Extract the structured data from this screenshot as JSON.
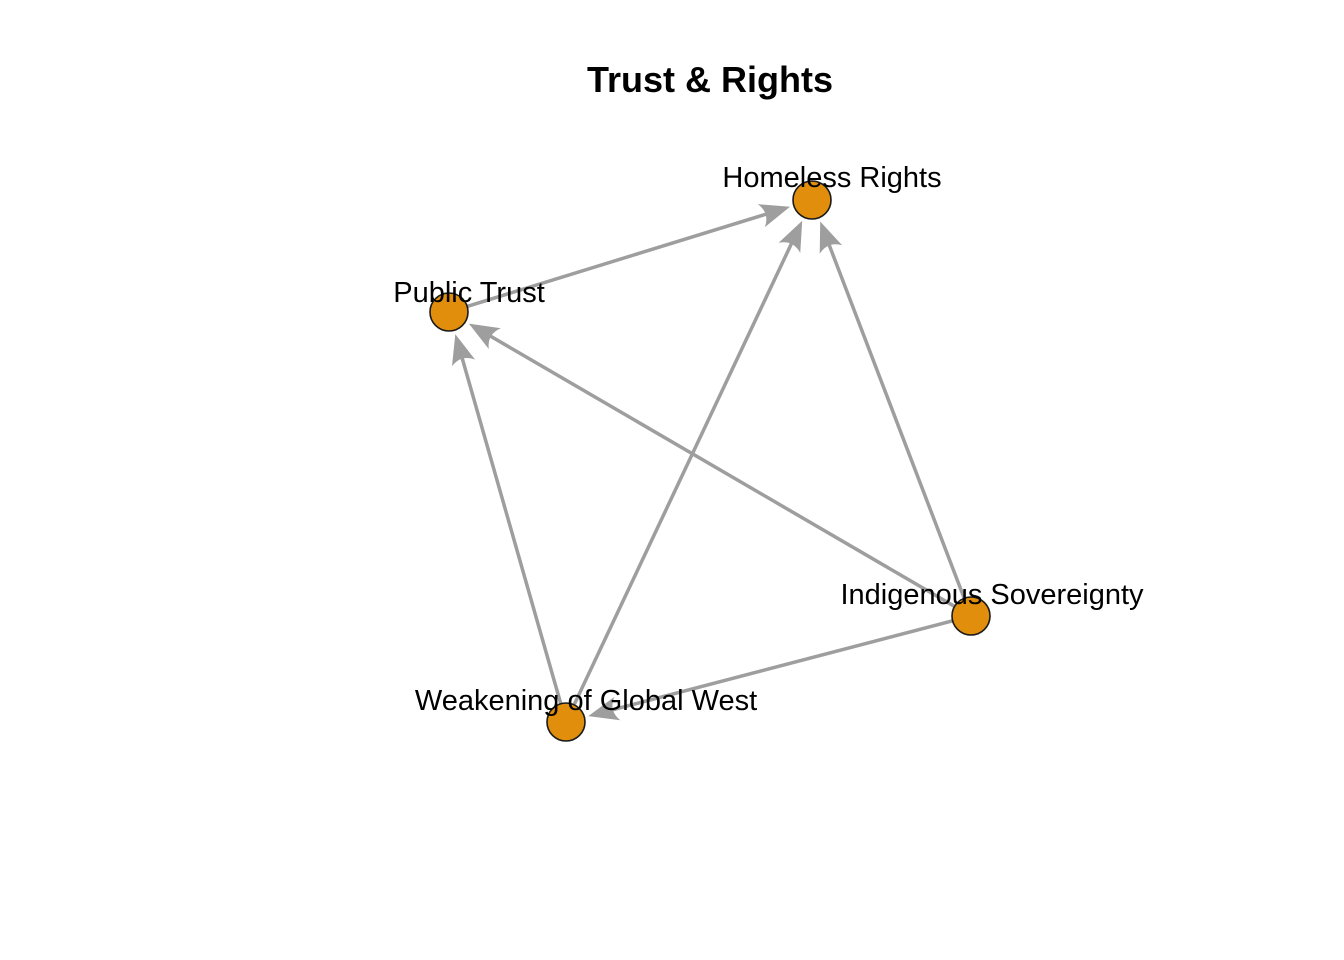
{
  "title": "Trust & Rights",
  "colors": {
    "node_fill": "#E08E0B",
    "node_stroke": "#1A1A1A",
    "edge": "#9E9E9E",
    "background": "#FFFFFF"
  },
  "nodes": [
    {
      "id": "homeless_rights",
      "label": "Homeless Rights"
    },
    {
      "id": "public_trust",
      "label": "Public Trust"
    },
    {
      "id": "indigenous_sovereignty",
      "label": "Indigenous Sovereignty"
    },
    {
      "id": "weakening_global_west",
      "label": "Weakening of Global West"
    }
  ],
  "edges": [
    {
      "from": "public_trust",
      "to": "homeless_rights"
    },
    {
      "from": "weakening_global_west",
      "to": "homeless_rights"
    },
    {
      "from": "indigenous_sovereignty",
      "to": "homeless_rights"
    },
    {
      "from": "weakening_global_west",
      "to": "public_trust"
    },
    {
      "from": "indigenous_sovereignty",
      "to": "public_trust"
    },
    {
      "from": "indigenous_sovereignty",
      "to": "weakening_global_west"
    }
  ]
}
